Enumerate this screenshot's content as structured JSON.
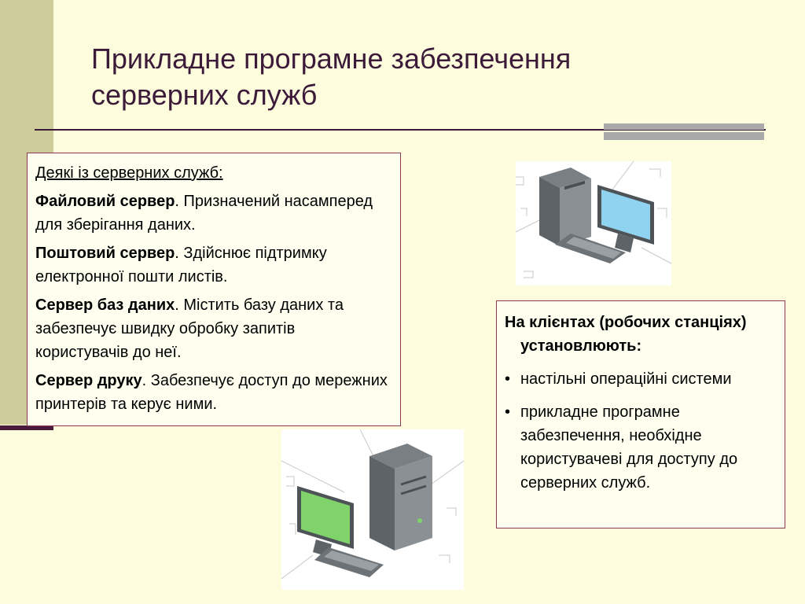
{
  "slide": {
    "title_line1": "Прикладне програмне забезпечення",
    "title_line2": "серверних служб"
  },
  "left_box": {
    "heading": "Деякі із серверних служб:",
    "items": [
      {
        "term": "Файловий сервер",
        "text": ". Призначений насамперед для зберігання даних."
      },
      {
        "term": "Поштовий сервер",
        "text": ". Здійснює підтримку електронної пошти листів."
      },
      {
        "term": "Сервер баз даних",
        "text": ". Містить базу даних та забезпечує швидку обробку запитів користувачів до неї."
      },
      {
        "term": "Сервер друку",
        "text": ". Забезпечує доступ до мережних принтерів та керує ними."
      }
    ]
  },
  "right_box": {
    "heading": "На клієнтах (робочих станціях) установлюють:",
    "bullet_glyph": "•",
    "bullets": [
      "настільні операційні системи",
      "прикладне програмне забезпечення, необхідне користувачеві для доступу до серверних служб."
    ]
  },
  "images": {
    "top": {
      "icon": "computer-workstation-blue-screen-icon",
      "screen_color": "#8fd3f0"
    },
    "bottom": {
      "icon": "computer-workstation-green-screen-icon",
      "screen_color": "#7fd36a"
    }
  },
  "colors": {
    "background": "#fdfcdc",
    "band": "#cfcc9b",
    "title": "#3b1a3a",
    "box_border": "#8b3a52"
  }
}
